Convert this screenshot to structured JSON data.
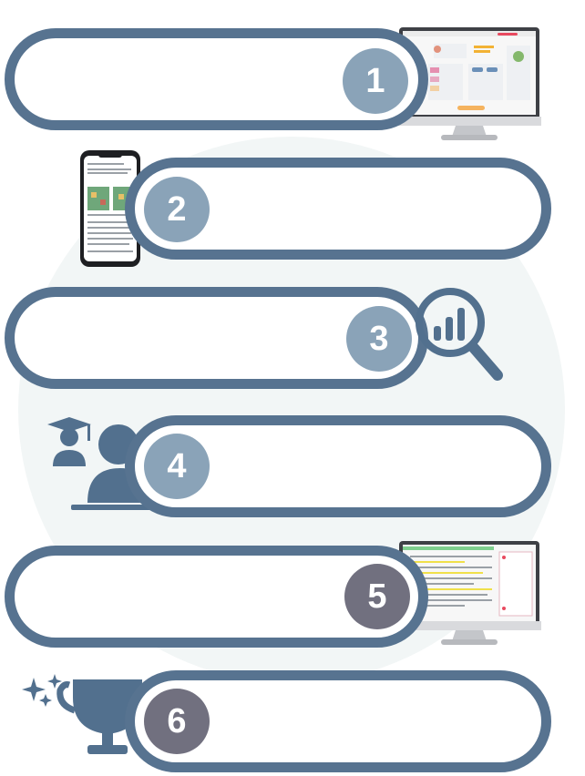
{
  "steps": [
    {
      "number": "1",
      "icon": "desktop-monitor-icon"
    },
    {
      "number": "2",
      "icon": "smartphone-icon"
    },
    {
      "number": "3",
      "icon": "magnifier-chart-icon"
    },
    {
      "number": "4",
      "icon": "graduate-person-icon"
    },
    {
      "number": "5",
      "icon": "desktop-monitor-icon"
    },
    {
      "number": "6",
      "icon": "trophy-icon"
    }
  ],
  "colors": {
    "pill_border": "#577390",
    "badge_blue": "#8aa3b8",
    "badge_slate": "#71707f",
    "icon_fill": "#52708e"
  }
}
